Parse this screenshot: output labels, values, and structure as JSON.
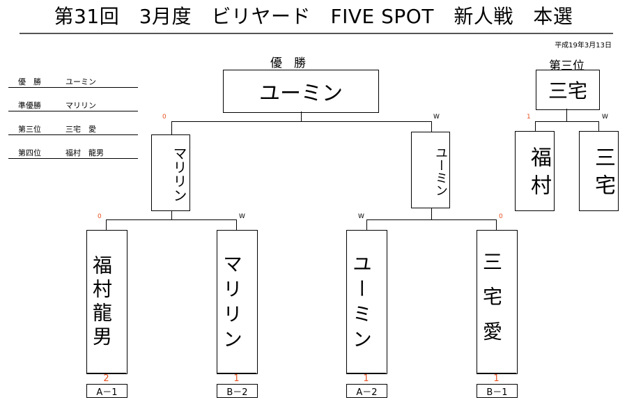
{
  "title": "第31回　3月度　ビリヤード　FIVE SPOT　新人戦　本選",
  "date": "平成19年3月13日",
  "results": [
    {
      "rank": "優　勝",
      "name": "ユーミン"
    },
    {
      "rank": "準優勝",
      "name": "マリリン"
    },
    {
      "rank": "第三位",
      "name": "三宅　愛"
    },
    {
      "rank": "第四位",
      "name": "福村　龍男"
    }
  ],
  "champion": {
    "label": "優　勝",
    "name": "ユーミン"
  },
  "third_place": {
    "label": "第三位",
    "winner": "三宅",
    "players": [
      "福村",
      "三宅"
    ],
    "marks": [
      "1",
      "W"
    ]
  },
  "semifinal": {
    "left": {
      "name": "マリリン",
      "mark": "0"
    },
    "right": {
      "name": "ユーミン",
      "mark": "W"
    }
  },
  "quarterfinal": [
    {
      "name": "福村龍男",
      "mark": "0",
      "score": "2",
      "group": "A－1"
    },
    {
      "name": "マリリン",
      "mark": "W",
      "score": "1",
      "group": "B－2"
    },
    {
      "name": "ユーミン",
      "mark": "W",
      "score": "1",
      "group": "A－2"
    },
    {
      "name": "三宅愛",
      "mark": "0",
      "score": "1",
      "group": "B－1"
    }
  ],
  "colors": {
    "accent": "#e8501e",
    "line": "#000000"
  }
}
